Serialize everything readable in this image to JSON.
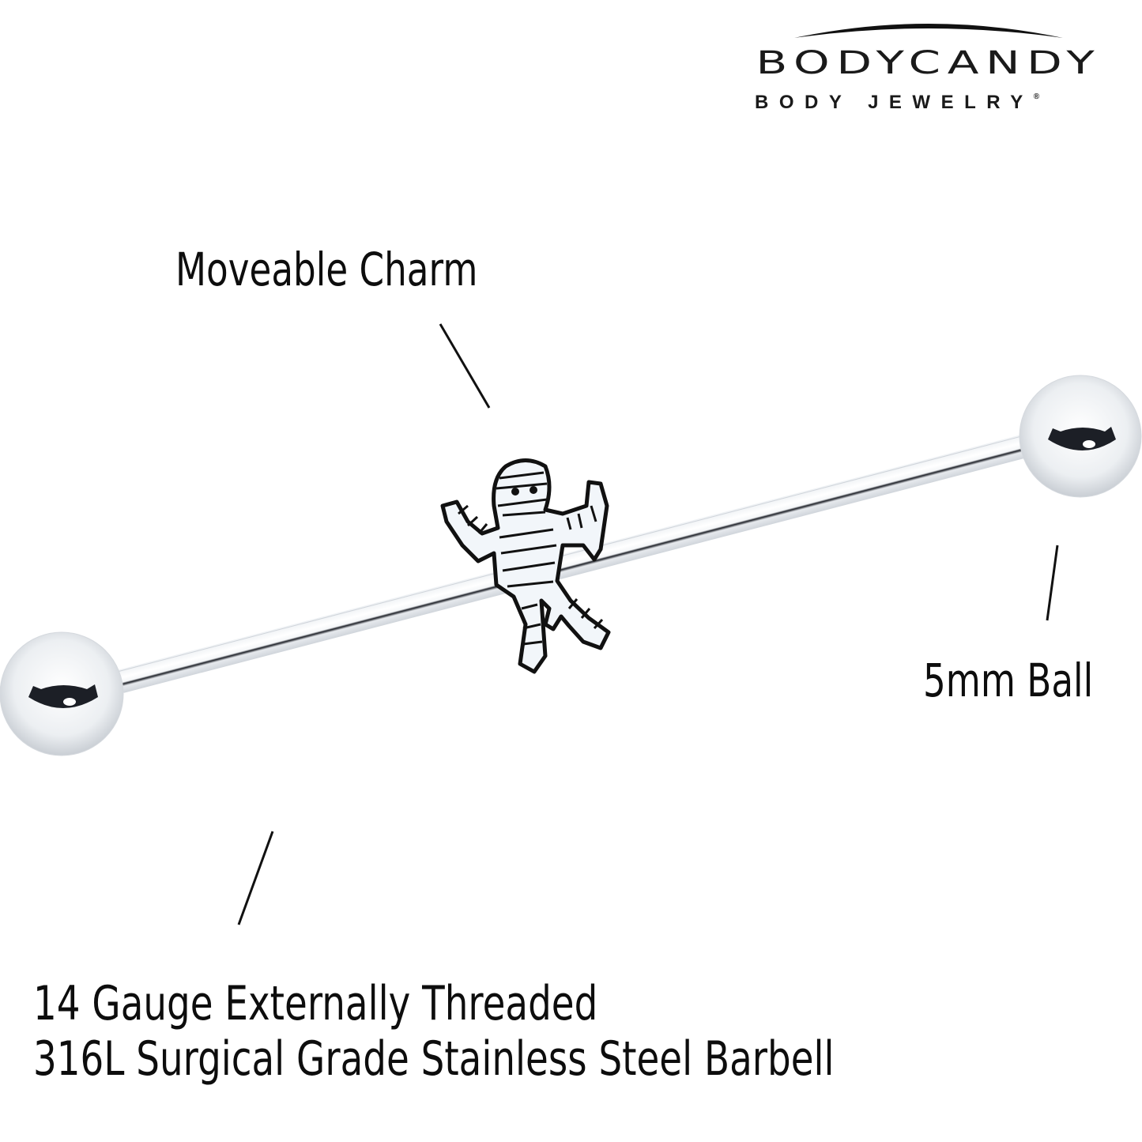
{
  "brand": {
    "name": "BODYCANDY",
    "tagline": "BODY JEWELRY",
    "registered_mark": "®"
  },
  "product": {
    "type": "industrial barbell",
    "charm": "mummy",
    "colors": {
      "steel": "#d9dde2",
      "steel_dark": "#1c1f26",
      "enamel_white": "#f2f6fa",
      "outline": "#111111",
      "background": "#ffffff"
    }
  },
  "callouts": {
    "charm": "Moveable Charm",
    "ball": "5mm Ball",
    "spec_line1": "14 Gauge Externally Threaded",
    "spec_line2": "316L Surgical Grade Stainless Steel Barbell"
  },
  "icons": {
    "logo_swoosh": "arc-swoosh-icon",
    "charm": "mummy-charm-icon",
    "ball": "steel-ball-icon"
  }
}
